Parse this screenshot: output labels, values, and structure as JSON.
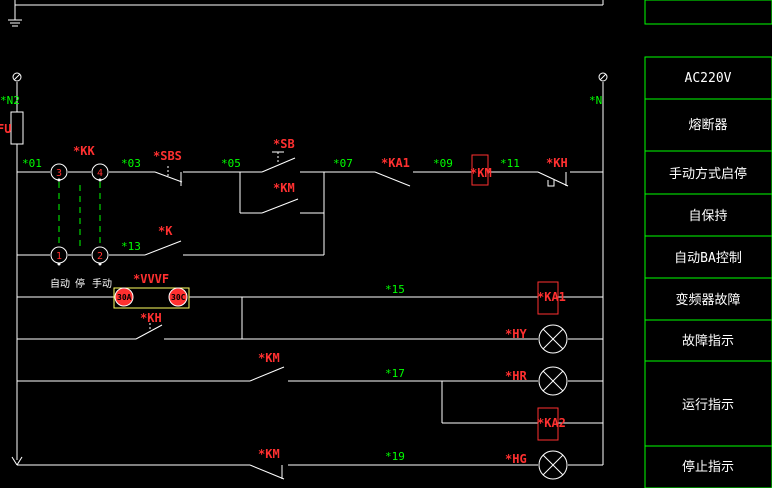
{
  "colors": {
    "background": "#000000",
    "wire": "#ffffff",
    "wire_number": "#00ff00",
    "device_label": "#ff3030",
    "panel_border": "#00ff00",
    "panel_text": "#ffffff",
    "terminal": "#ffffff",
    "component_box": "#ff3030",
    "dashed_link": "#00ff00"
  },
  "wire_numbers": {
    "n2": "*N2",
    "n1": "*N",
    "w01": "*01",
    "w03": "*03",
    "w05": "*05",
    "w07": "*07",
    "w09": "*09",
    "w11": "*11",
    "w13": "*13",
    "w15": "*15",
    "w17": "*17",
    "w19": "*19"
  },
  "devices": {
    "fuse": "FU",
    "selector": "*KK",
    "stop_button": "*SBS",
    "start_button": "*SB",
    "km_aux": "*KM",
    "ka1_contact": "*KA1",
    "km_coil": "*KM",
    "kh_contact": "*KH",
    "k_contact": "*K",
    "vfd": "*VVVF",
    "vfd_t1": "30A",
    "vfd_t2": "30C",
    "kh_parallel": "*KH",
    "ka1_coil": "*KA1",
    "hy_lamp": "*HY",
    "km_run": "*KM",
    "hr_lamp": "*HR",
    "ka2_coil": "*KA2",
    "km_stop": "*KM",
    "hg_lamp": "*HG"
  },
  "selector_positions": {
    "pos1": "1",
    "pos2": "2",
    "pos3": "3",
    "pos4": "4",
    "auto": "自动",
    "stop": "停",
    "manual": "手动"
  },
  "side_panel": [
    "AC220V",
    "熔断器",
    "手动方式启停",
    "自保持",
    "自动BA控制",
    "变频器故障",
    "故障指示",
    "运行指示",
    "停止指示"
  ]
}
